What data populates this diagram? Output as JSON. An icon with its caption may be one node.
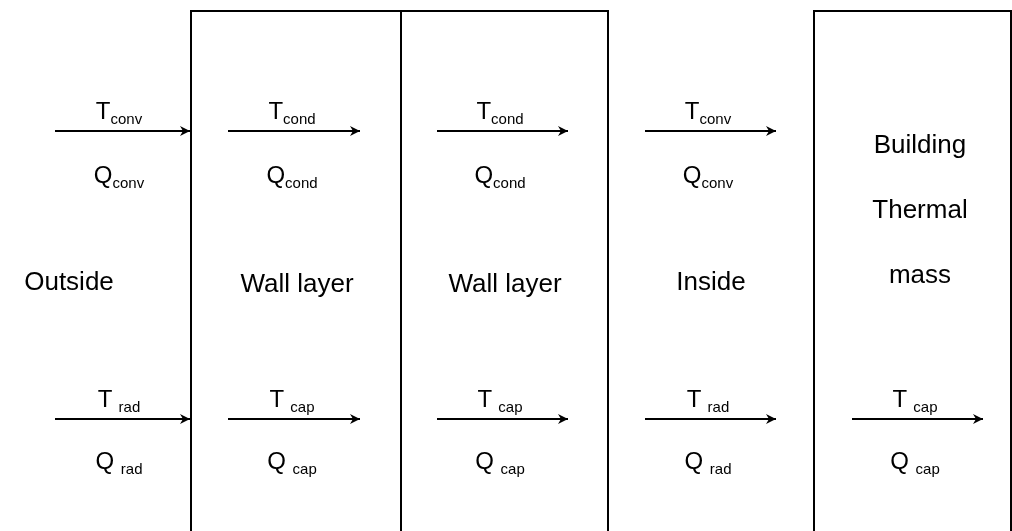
{
  "diagram": {
    "nodes": [
      {
        "text": [
          "Outside"
        ]
      },
      {
        "text": [
          "Wall layer"
        ]
      },
      {
        "text": [
          "Wall layer"
        ]
      },
      {
        "text": [
          "Inside"
        ]
      },
      {
        "text": [
          "Building Thermal mass"
        ]
      }
    ],
    "edges": [
      {
        "from": null,
        "to": 1,
        "arrow": "to"
      },
      {
        "from": null,
        "to": 1,
        "arrow": "to"
      }
    ],
    "labels": [
      "T$_{conv}$",
      "T$_{cond}$",
      "T$_{cond}$",
      "T$_{conv}$",
      "Q$_{conv}$",
      "Q$_{cond}$",
      "Q$_{cond}$",
      "Q$_{conv}$",
      "T $_{rad}$",
      "T $_{cap}$",
      "T $_{cap}$",
      "T $_{rad}$",
      "T $_{cap}$",
      "Q $_{rad}$",
      "Q $_{cap}$",
      "Q $_{cap}$",
      "Q $_{rad}$",
      "Q $_{cap}$"
    ]
  }
}
